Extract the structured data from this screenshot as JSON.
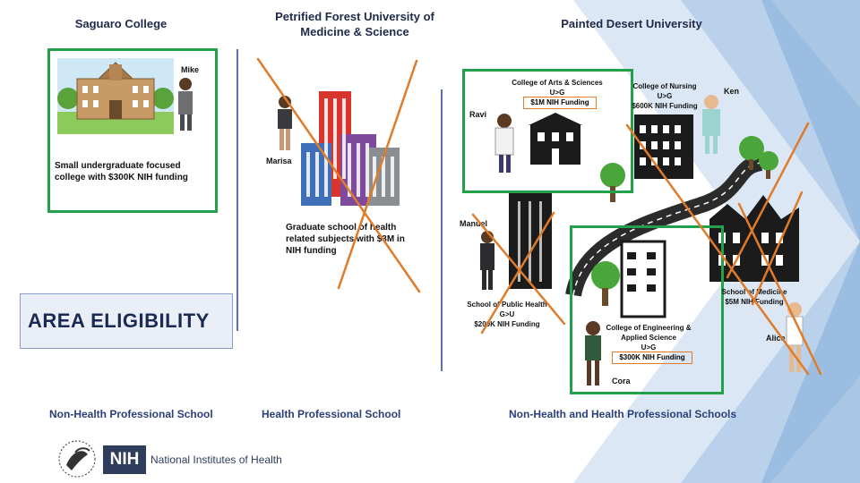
{
  "schools": {
    "saguaro": {
      "title": "Saguaro College",
      "person": "Mike",
      "description": "Small undergraduate focused college with $300K NIH funding"
    },
    "petrified": {
      "title_line1": "Petrified Forest University of",
      "title_line2": "Medicine & Science",
      "person": "Marisa",
      "description": "Graduate school of health related subjects with $3M in NIH funding"
    },
    "painted": {
      "title": "Painted Desert University",
      "arts": {
        "name": "College of Arts & Sciences",
        "level": "U>G",
        "funding": "$1M NIH Funding",
        "person": "Ravi"
      },
      "nursing": {
        "name": "College of Nursing",
        "level": "U>G",
        "funding": "$600K NIH Funding",
        "person": "Ken"
      },
      "public_health": {
        "name": "School of Public Health",
        "level": "G>U",
        "funding": "$200K NIH Funding",
        "person": "Manuel"
      },
      "engineering": {
        "name_line1": "College of Engineering &",
        "name_line2": "Applied Science",
        "level": "U>G",
        "funding": "$300K NIH Funding",
        "person": "Cora"
      },
      "medicine": {
        "name": "School of Medicine",
        "funding": "$5M NIH Funding",
        "person": "Alice"
      }
    }
  },
  "area_label": "AREA ELIGIBILITY",
  "footer": {
    "col1": "Non-Health Professional School",
    "col2": "Health Professional School",
    "col3": "Non-Health and Health Professional Schools"
  },
  "nih": {
    "abbr": "NIH",
    "name": "National Institutes of Health"
  },
  "colors": {
    "eligible": "#22a14a",
    "ineligible": "#e07b2a",
    "heading": "#1f2a4a",
    "accent": "#2b3f77"
  }
}
